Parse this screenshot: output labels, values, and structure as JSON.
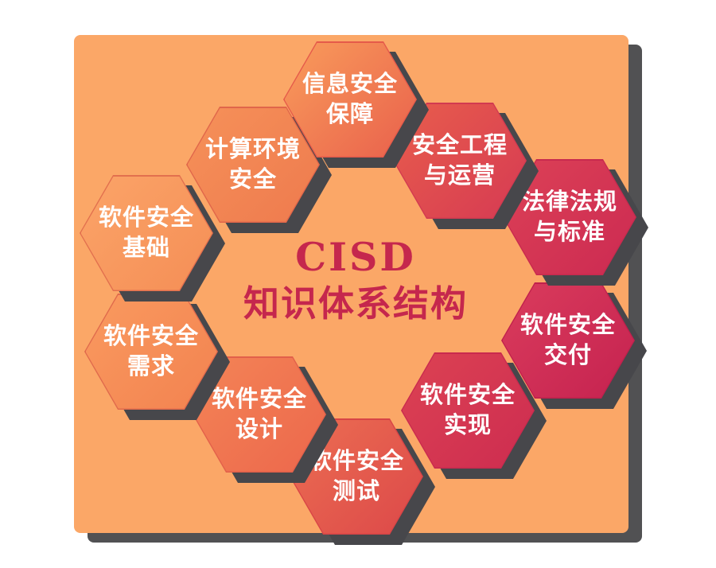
{
  "title": {
    "line1": "CISD",
    "line2": "知识体系结构",
    "color": "#C5274D"
  },
  "board": {
    "background": "#FBA767",
    "shadow_color": "#515153",
    "hex_shadow_color": "#47474B"
  },
  "nodes": [
    {
      "id": "info-security-assurance",
      "line1": "信息安全",
      "line2": "保障",
      "color_top": "#F99C5B",
      "color_bottom": "#E9604C",
      "border_color": "#E55A4A"
    },
    {
      "id": "security-engineering-operations",
      "line1": "安全工程",
      "line2": "与运营",
      "color_top": "#E85D4C",
      "color_bottom": "#D63A53",
      "border_color": "#D23A50"
    },
    {
      "id": "laws-regulations-standards",
      "line1": "法律法规",
      "line2": "与标准",
      "color_top": "#DC4156",
      "color_bottom": "#CC2A52",
      "border_color": "#C82A4E"
    },
    {
      "id": "software-security-delivery",
      "line1": "软件安全",
      "line2": "交付",
      "color_top": "#DA3C5C",
      "color_bottom": "#C52250",
      "border_color": "#C0204C"
    },
    {
      "id": "software-security-implementation",
      "line1": "软件安全",
      "line2": "实现",
      "color_top": "#DC4253",
      "color_bottom": "#CD2C50",
      "border_color": "#C92A4E"
    },
    {
      "id": "software-security-testing",
      "line1": "软件安全",
      "line2": "测试",
      "color_top": "#EC6E52",
      "color_bottom": "#DC4849",
      "border_color": "#D84446"
    },
    {
      "id": "software-security-design",
      "line1": "软件安全",
      "line2": "设计",
      "color_top": "#F48456",
      "color_bottom": "#EC674C",
      "border_color": "#E2604A"
    },
    {
      "id": "software-security-requirements",
      "line1": "软件安全",
      "line2": "需求",
      "color_top": "#FA9A5F",
      "color_bottom": "#F28250",
      "border_color": "#E06A4C"
    },
    {
      "id": "software-security-fundamentals",
      "line1": "软件安全",
      "line2": "基础",
      "color_top": "#FBA468",
      "color_bottom": "#F58E56",
      "border_color": "#E2704E"
    },
    {
      "id": "computing-environment-security",
      "line1": "计算环境",
      "line2": "安全",
      "color_top": "#F69159",
      "color_bottom": "#EE7A4E",
      "border_color": "#E0664A"
    }
  ]
}
